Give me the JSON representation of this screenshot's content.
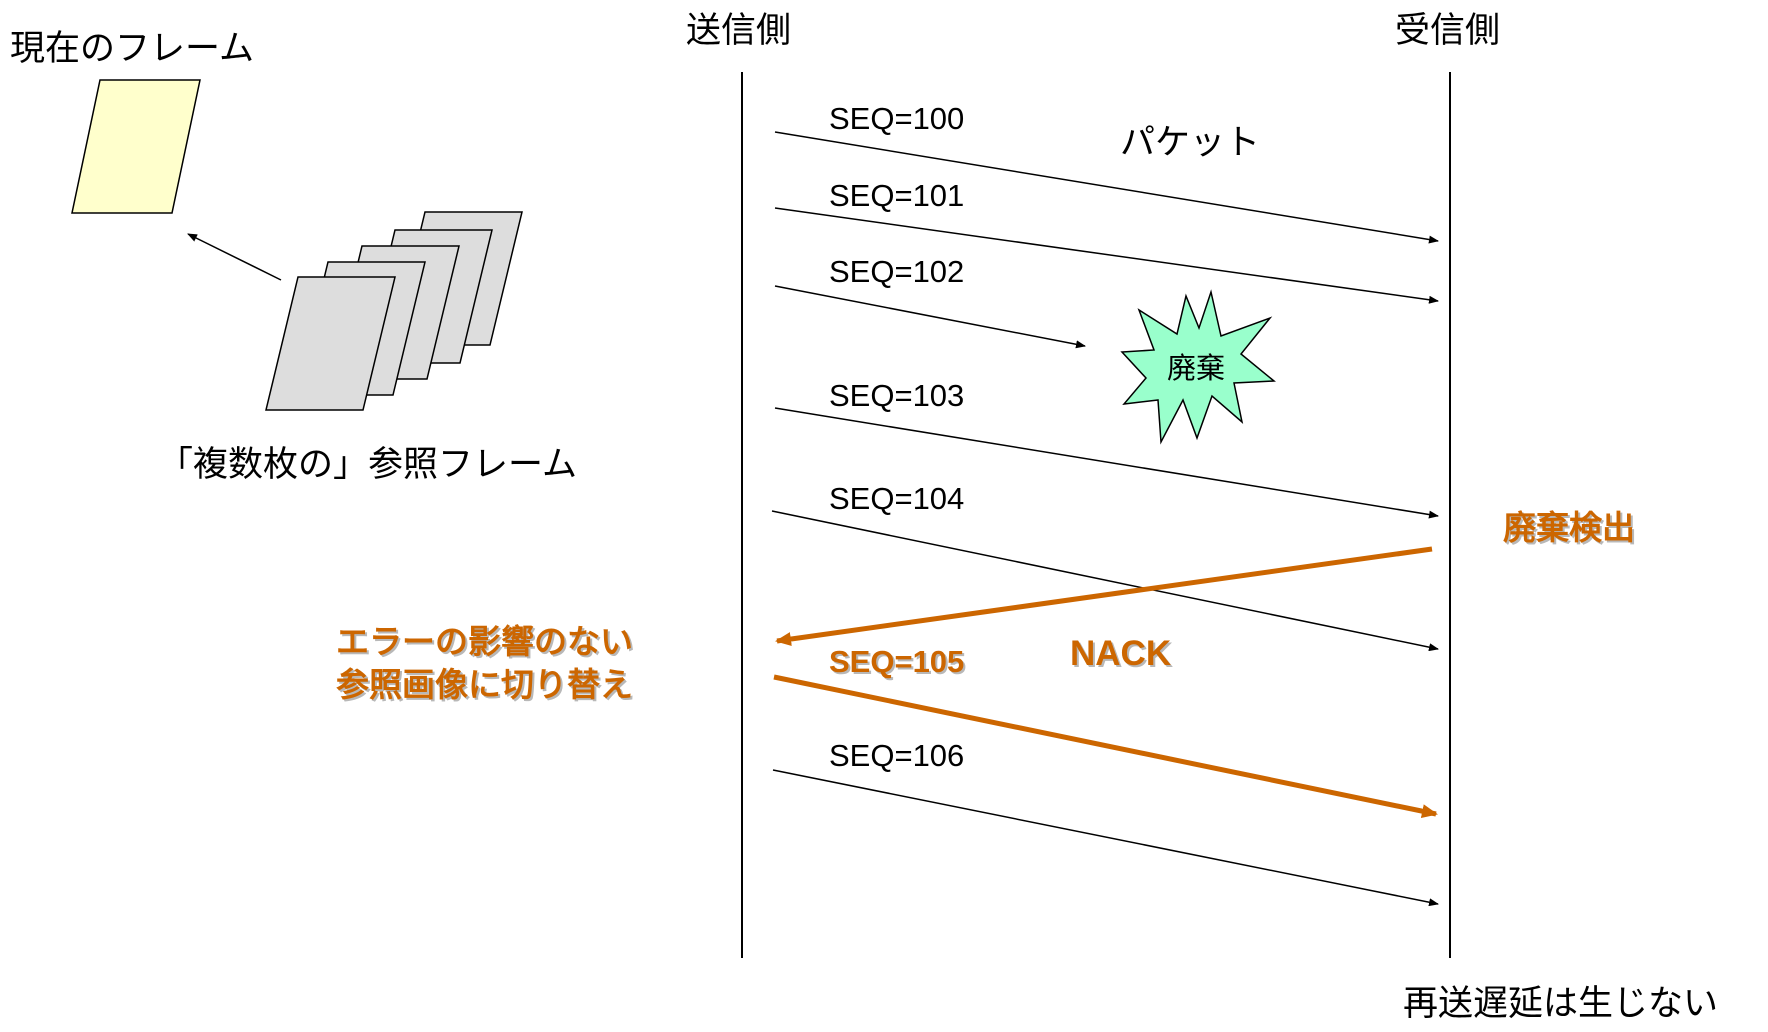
{
  "labels": {
    "sender": "送信側",
    "receiver": "受信側",
    "current_frame": "現在のフレーム",
    "reference_frames": "「複数枚の」参照フレーム",
    "packet": "パケット",
    "discard": "廃棄",
    "discard_detect": "廃棄検出",
    "nack": "NACK",
    "switch_line1": "エラーの影響のない",
    "switch_line2": "参照画像に切り替え",
    "no_delay": "再送遅延は生じない"
  },
  "packets": [
    {
      "label": "SEQ=100",
      "status": "delivered"
    },
    {
      "label": "SEQ=101",
      "status": "delivered"
    },
    {
      "label": "SEQ=102",
      "status": "discarded"
    },
    {
      "label": "SEQ=103",
      "status": "delivered"
    },
    {
      "label": "SEQ=104",
      "status": "delivered"
    },
    {
      "label": "SEQ=105",
      "status": "delivered",
      "highlight": true
    },
    {
      "label": "SEQ=106",
      "status": "delivered"
    }
  ],
  "colors": {
    "accent": "#cc6600",
    "current_frame_fill": "#ffffcc",
    "reference_frame_fill": "#dddddd",
    "burst_fill": "#99ffcc"
  }
}
